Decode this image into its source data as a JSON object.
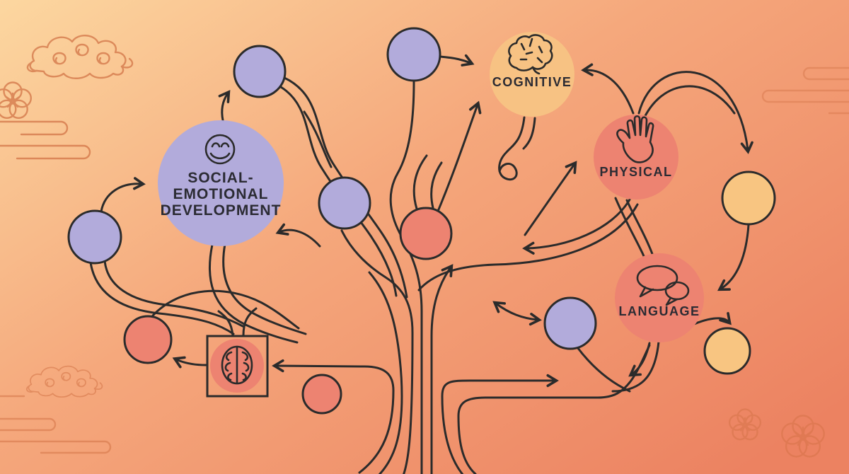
{
  "meta": {
    "description": "Tree-style infographic showing child development domains connected by branching arrows"
  },
  "palette": {
    "purple": "#b2abdb",
    "salmon": "#ed8371",
    "yellow": "#f8c581",
    "cognitive_yellow": "#f7c283",
    "outline": "#2b2b2b",
    "text": "#2b2b33",
    "bg_top_left": "#fcd7a0",
    "bg_mid": "#f5a87c",
    "bg_bottom_right": "#ec8261",
    "decor_line": "#d06f42"
  },
  "nodes": {
    "social_emotional": {
      "lines": [
        "SOCIAL-",
        "EMOTIONAL",
        "DEVELOPMENT"
      ],
      "icon": "smiley-face-icon"
    },
    "cognitive": {
      "label": "COGNITIVE",
      "icon": "brain-side-icon"
    },
    "physical": {
      "label": "PHYSICAL",
      "icon": "open-hand-icon"
    },
    "language": {
      "label": "LANGUAGE",
      "icon": "speech-bubbles-icon"
    },
    "framed_node": {
      "icon": "brain-top-icon"
    }
  },
  "decorations": {
    "top_left": [
      "swirl-cloud",
      "plum-blossom",
      "cloud-bands"
    ],
    "top_right": [
      "cloud-bands"
    ],
    "bottom_left": [
      "swirl-cloud",
      "cloud-bands"
    ],
    "bottom_right": [
      "plum-blossom-small",
      "plum-blossom-large"
    ]
  }
}
